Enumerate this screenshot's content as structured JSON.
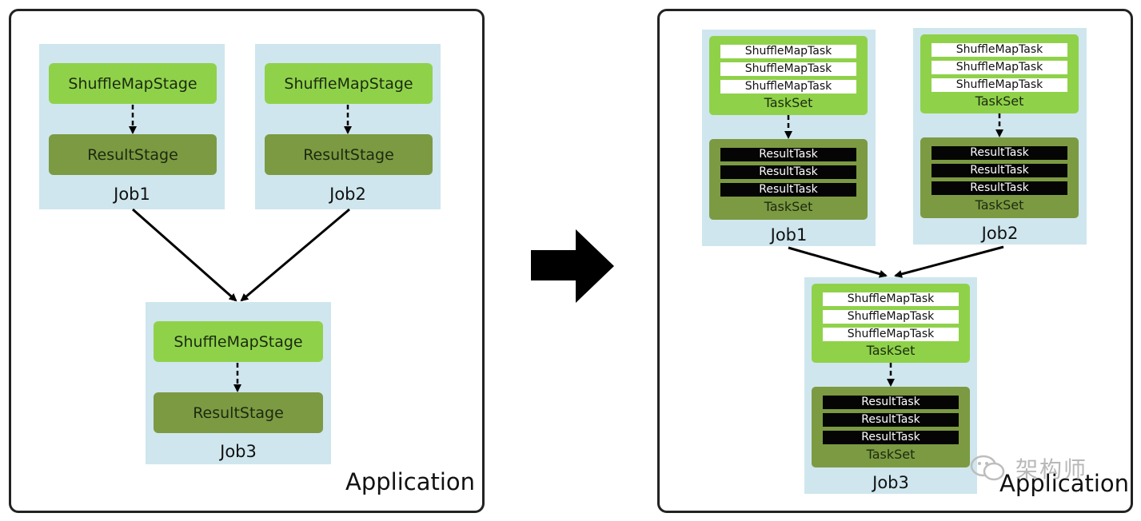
{
  "left": {
    "jobs": [
      {
        "shuffle_stage": "ShuffleMapStage",
        "result_stage": "ResultStage",
        "label": "Job1"
      },
      {
        "shuffle_stage": "ShuffleMapStage",
        "result_stage": "ResultStage",
        "label": "Job2"
      },
      {
        "shuffle_stage": "ShuffleMapStage",
        "result_stage": "ResultStage",
        "label": "Job3"
      }
    ],
    "app_label": "Application"
  },
  "right": {
    "jobs": [
      {
        "shuffle_tasks": [
          "ShuffleMapTask",
          "ShuffleMapTask",
          "ShuffleMapTask"
        ],
        "shuffle_taskset": "TaskSet",
        "result_tasks": [
          "ResultTask",
          "ResultTask",
          "ResultTask"
        ],
        "result_taskset": "TaskSet",
        "label": "Job1"
      },
      {
        "shuffle_tasks": [
          "ShuffleMapTask",
          "ShuffleMapTask",
          "ShuffleMapTask"
        ],
        "shuffle_taskset": "TaskSet",
        "result_tasks": [
          "ResultTask",
          "ResultTask",
          "ResultTask"
        ],
        "result_taskset": "TaskSet",
        "label": "Job2"
      },
      {
        "shuffle_tasks": [
          "ShuffleMapTask",
          "ShuffleMapTask",
          "ShuffleMapTask"
        ],
        "shuffle_taskset": "TaskSet",
        "result_tasks": [
          "ResultTask",
          "ResultTask",
          "ResultTask"
        ],
        "result_taskset": "TaskSet",
        "label": "Job3"
      }
    ],
    "app_label": "Application"
  },
  "watermark": {
    "text": "架构师",
    "icon": "wechat-icon"
  }
}
